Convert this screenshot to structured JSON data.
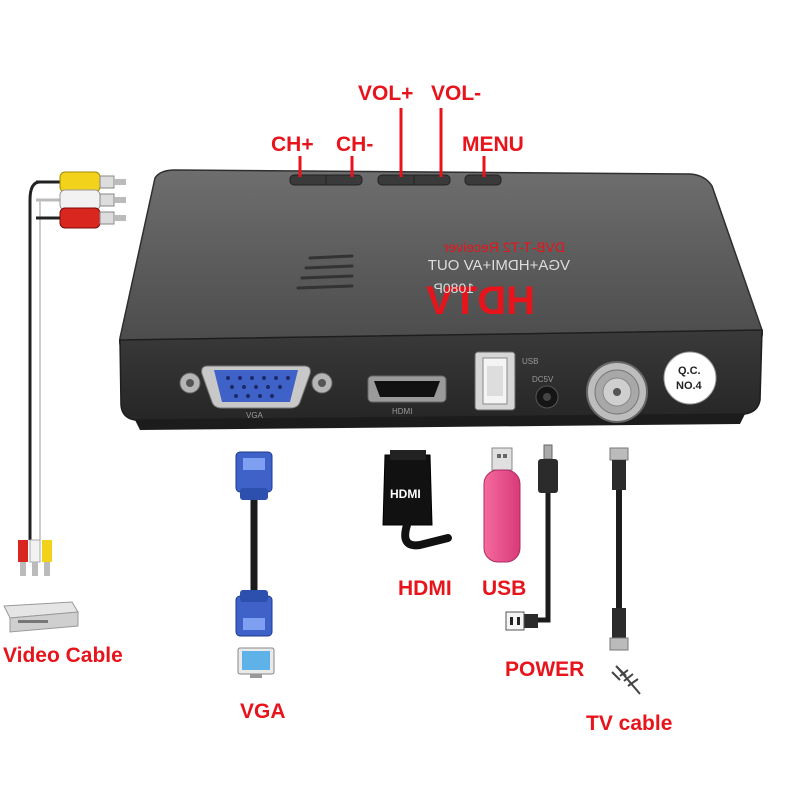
{
  "button_labels": {
    "ch_plus": "CH+",
    "ch_minus": "CH-",
    "vol_plus": "VOL+",
    "vol_minus": "VOL-",
    "menu": "MENU"
  },
  "device": {
    "brand": "HDTV",
    "resolution": "1080P",
    "output_line": "VGA+HDMI+AV OUT",
    "receiver_line": "DVB-T-T2 Receiver",
    "qc_line1": "Q.C.",
    "qc_line2": "NO.4",
    "usb_port_label": "USB",
    "dc_port_label": "DC5V",
    "vga_port_label": "VGA",
    "hdmi_port_label": "HDMI"
  },
  "accessory_labels": {
    "video_cable": "Video Cable",
    "vga": "VGA",
    "hdmi": "HDMI",
    "usb": "USB",
    "power": "POWER",
    "tv_cable": "TV cable"
  },
  "colors": {
    "label_red": "#e8141b",
    "body_dark": "#4a4a4a",
    "vga_blue": "#3f62c8",
    "usb_pink": "#f0528e",
    "rca_yellow": "#f2d21b",
    "rca_red": "#d9261f"
  }
}
